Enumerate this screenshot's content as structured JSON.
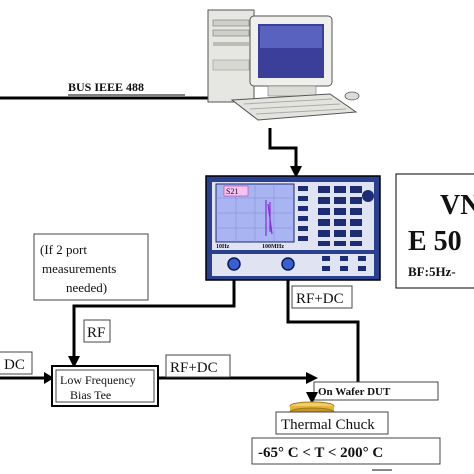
{
  "labels": {
    "bus": "BUS IEEE 488",
    "note_line1": "(If 2 port",
    "note_line2": "measurements",
    "note_line3": "needed)",
    "rf": "RF",
    "rf_dc_vna": "RF+DC",
    "rf_dc_tee": "RF+DC",
    "dc": "DC",
    "bias_tee_line1": "Low Frequency",
    "bias_tee_line2": "Bias Tee",
    "on_wafer": "On Wafer DUT",
    "thermal_chuck": "Thermal Chuck",
    "temp_range": "-65° C < T < 200° C",
    "vna_title": "VN",
    "vna_model": "E 50",
    "vna_bandwidth": "BF:5Hz-",
    "screen_trace": "S21",
    "screen_freq_start": "10Hz",
    "screen_freq_stop": "100MHz"
  },
  "colors": {
    "vna_body": "#2a3f8f",
    "vna_screen": "#a9b4f2",
    "line": "#000000",
    "chuck": "#e3b53c"
  }
}
